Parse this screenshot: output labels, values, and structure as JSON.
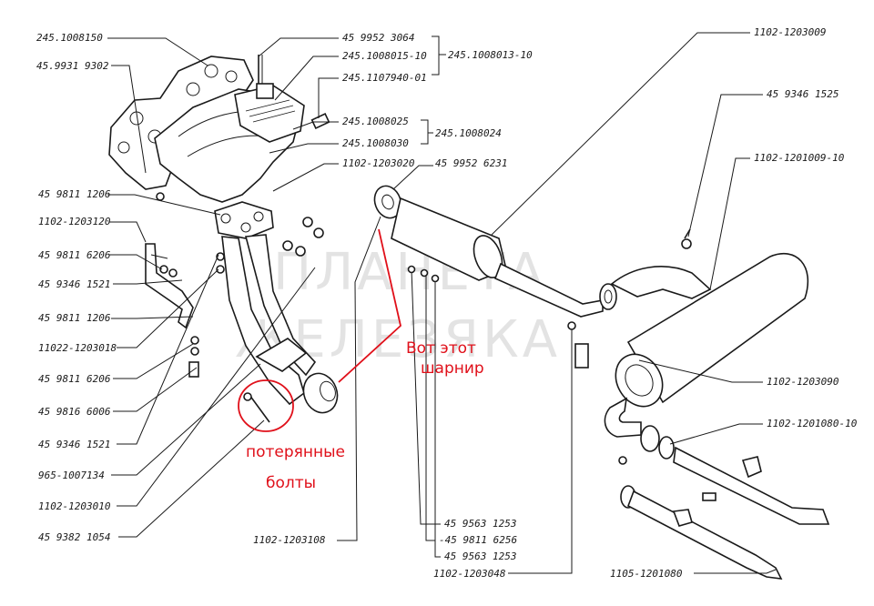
{
  "watermark": {
    "line1": "ПЛАНЕТА",
    "line2": "ЖЕЛЕЗЯКА"
  },
  "annotations": {
    "joint_line1": "Вот этот",
    "joint_line2": "шарнир",
    "bolts_line1": "потерянные",
    "bolts_line2": "болты"
  },
  "labels": {
    "l_245_1008150": "245.1008150",
    "l_45_9931_9302": "45.9931 9302",
    "l_45_9811_1206_a": "45 9811 1206",
    "l_1102_1203120": "1102-1203120",
    "l_45_9811_6206_a": "45 9811 6206",
    "l_45_9346_1521_a": "45 9346 1521",
    "l_45_9811_1206_b": "45 9811 1206",
    "l_11022_1203018": "11022-1203018",
    "l_45_9811_6206_b": "45 9811 6206",
    "l_45_9816_6006": "45 9816 6006",
    "l_45_9346_1521_b": "45 9346 1521",
    "l_965_1007134": "965-1007134",
    "l_1102_1203010": "1102-1203010",
    "l_45_9382_1054": "45 9382 1054",
    "l_45_9952_3064": "45 9952 3064",
    "l_245_1008015_10": "245.1008015-10",
    "l_245_1008013_10": "245.1008013-10",
    "l_245_1107940_01": "245.1107940-01",
    "l_245_1008025": "245.1008025",
    "l_245_1008024": "245.1008024",
    "l_245_1008030": "245.1008030",
    "l_1102_1203020": "1102-1203020",
    "l_45_9952_6231": "45 9952 6231",
    "l_1102_1203009": "1102-1203009",
    "l_45_9346_1525": "45 9346 1525",
    "l_1102_1201009_10": "1102-1201009-10",
    "l_1102_1203090": "1102-1203090",
    "l_1102_1201080_10": "1102-1201080-10",
    "l_1102_1203108": "1102-1203108",
    "l_45_9563_1253_a": "45 9563 1253",
    "l_45_9811_6256": "-45 9811 6256",
    "l_45_9563_1253_b": "45 9563 1253",
    "l_1102_1203048": "1102-1203048",
    "l_1105_1201080": "1105-1201080"
  },
  "colors": {
    "line": "#1a1a1a",
    "annotation": "#e0101a",
    "watermark": "#9a9a9a"
  }
}
